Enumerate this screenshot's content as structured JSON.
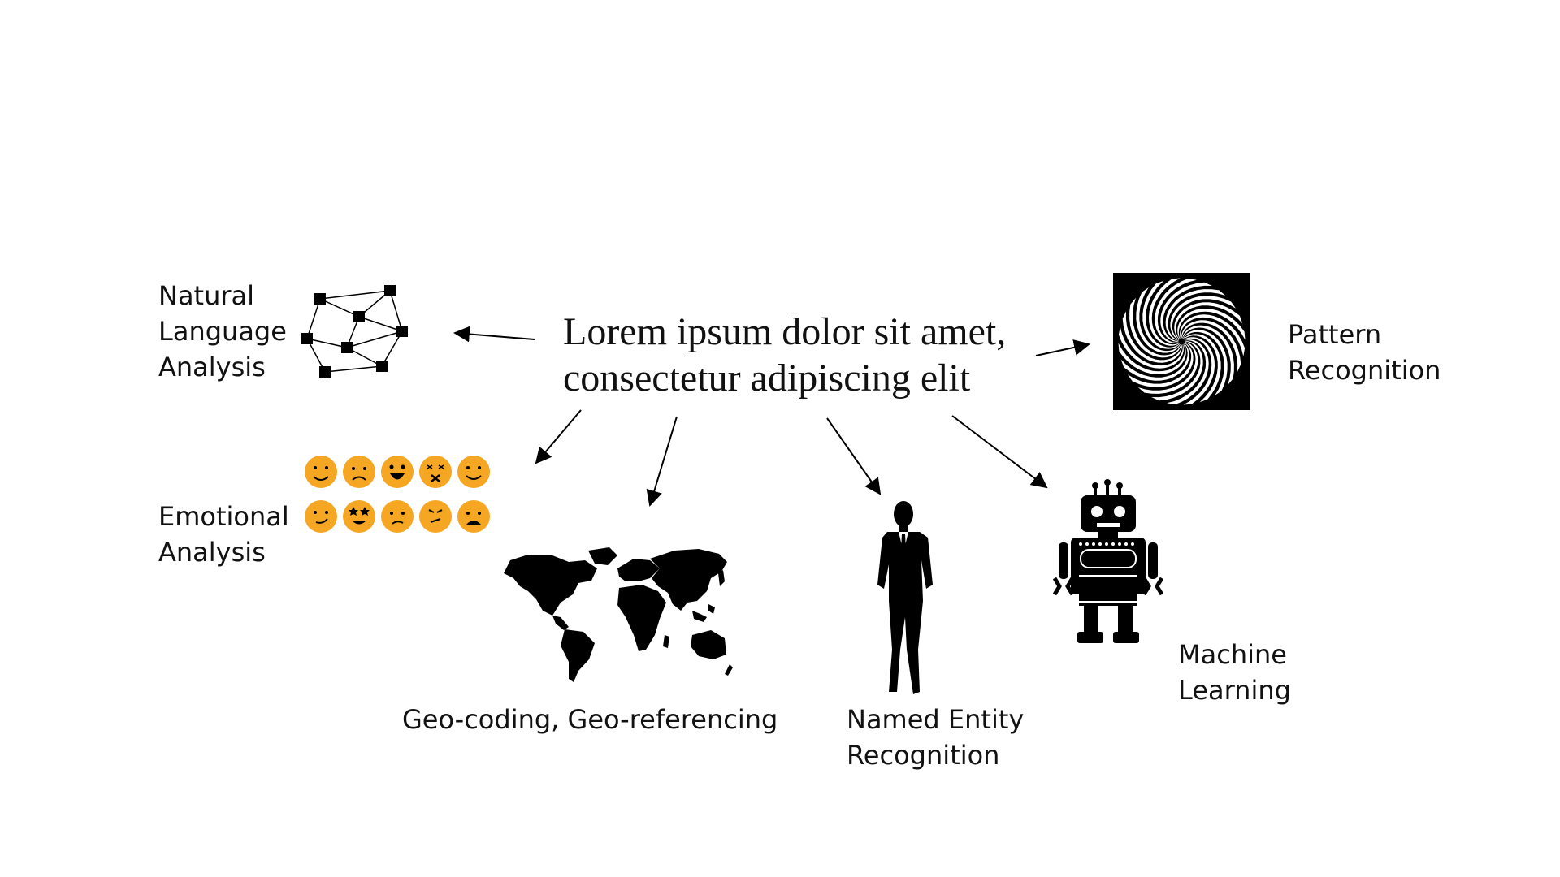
{
  "center": {
    "line1": "Lorem ipsum dolor sit amet,",
    "line2": "consectetur adipiscing elit"
  },
  "nodes": {
    "nla": {
      "line1": "Natural",
      "line2": "Language",
      "line3": "Analysis"
    },
    "pattern": {
      "line1": "Pattern",
      "line2": "Recognition"
    },
    "emotional": {
      "line1": "Emotional",
      "line2": "Analysis"
    },
    "geo": {
      "line1": "Geo-coding, Geo-referencing"
    },
    "ner": {
      "line1": "Named Entity",
      "line2": "Recognition"
    },
    "ml": {
      "line1": "Machine",
      "line2": "Learning"
    }
  },
  "icons": {
    "nla": "network-graph-icon",
    "pattern": "spiral-pattern-icon",
    "emotional": "emoji-faces-icon",
    "geo": "world-map-icon",
    "ner": "businessman-silhouette-icon",
    "ml": "robot-icon"
  },
  "colors": {
    "emoji": "#f5a623",
    "ink": "#000000",
    "text": "#111111"
  }
}
